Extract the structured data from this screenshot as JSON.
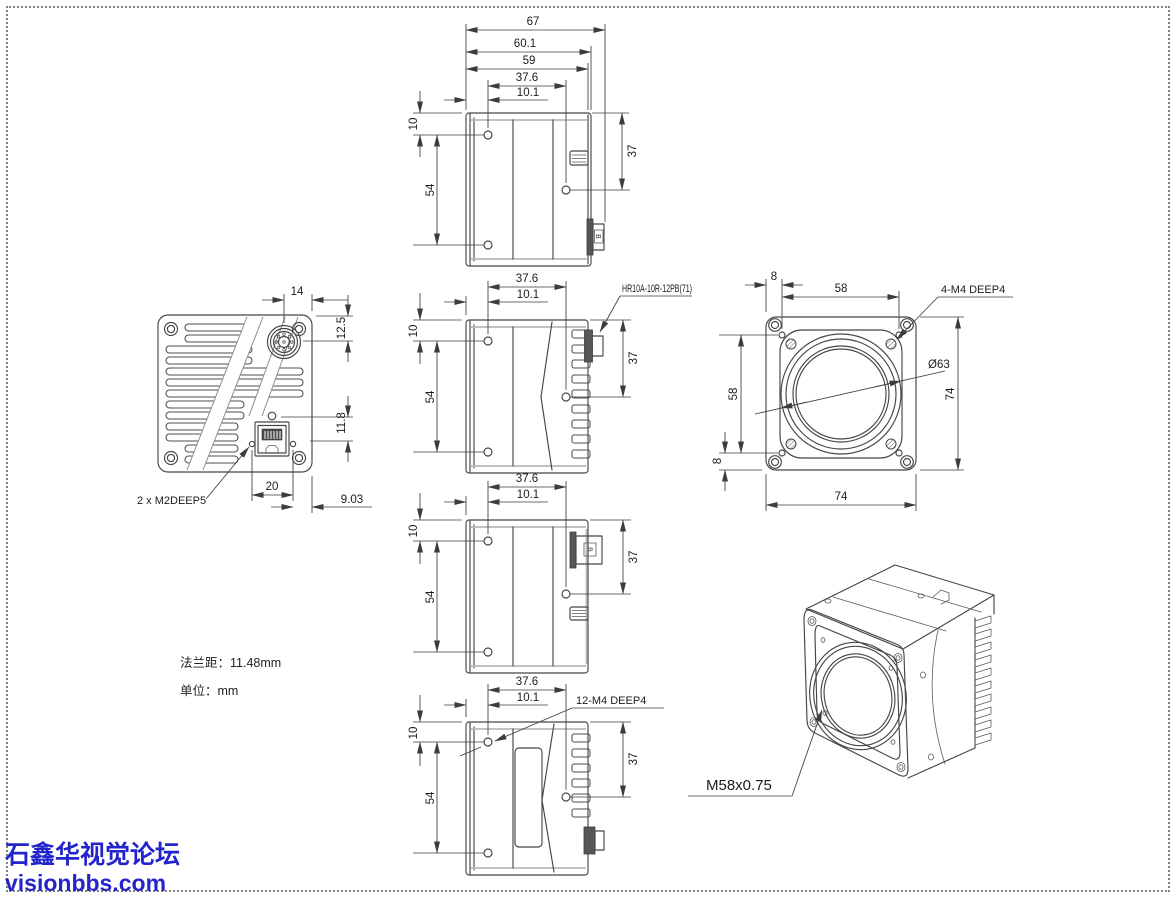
{
  "colors": {
    "line": "#464646",
    "light_line": "#b9b9b9",
    "watermark": "#2424cc"
  },
  "watermark": {
    "line1": "石鑫华视觉论坛",
    "line2": "visionbbs.com"
  },
  "notes": {
    "flange": "法兰距：11.48mm",
    "unit": "单位：mm"
  },
  "labels": {
    "hirose_connector": "HR10A-10R-12PB(71)",
    "front_screws": "4-M4 DEEP4",
    "bottom_screws": "12-M4 DEEP4",
    "back_screws": "2 x M2DEEP5",
    "lens_thread": "M58x0.75",
    "lens_diameter": "Ø63",
    "port_b": "B"
  },
  "dims": {
    "top_view": {
      "overall": "67",
      "rear_cover": "60.1",
      "body": "59",
      "hole_span": "37.6",
      "hole_offset": "10.1",
      "edge_offset": "10",
      "hole_pitch": "54",
      "side_hole": "37"
    },
    "back_view": {
      "conn_x": "14",
      "conn_y": "12.5",
      "led_pitch": "11.8",
      "screw_pitch": "20",
      "screw_edge": "9.03"
    },
    "side_view_io": {
      "hole_span": "37.6",
      "hole_offset": "10.1",
      "edge_offset": "10",
      "hole_pitch": "54",
      "side_hole": "37"
    },
    "front_view": {
      "edge_top": "8",
      "hole_span_h": "58",
      "hole_span_v": "58",
      "edge_bottom": "8",
      "height": "74",
      "width": "74"
    },
    "side_view_lan": {
      "hole_span": "37.6",
      "hole_offset": "10.1",
      "edge_offset": "10",
      "hole_pitch": "54",
      "side_hole": "37"
    },
    "bottom_view": {
      "hole_span": "37.6",
      "hole_offset": "10.1",
      "edge_offset": "10",
      "hole_pitch": "54",
      "side_hole": "37"
    }
  }
}
